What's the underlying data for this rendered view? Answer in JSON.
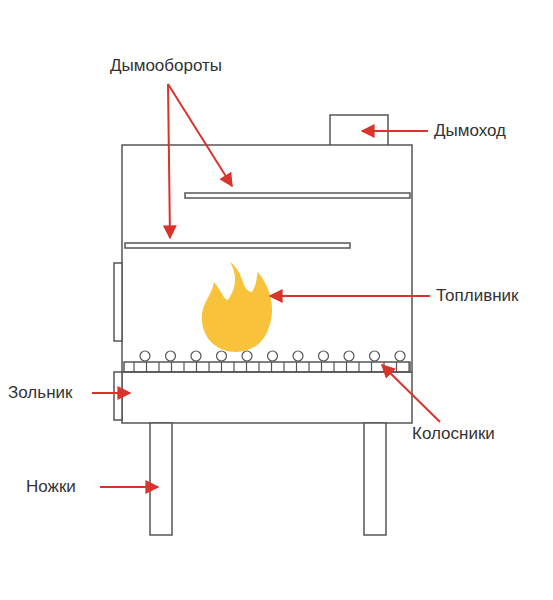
{
  "diagram": {
    "labels": [
      "Дымообороты",
      "Дымоход",
      "Топливник",
      "Зольник",
      "Колосники",
      "Ножки"
    ]
  }
}
